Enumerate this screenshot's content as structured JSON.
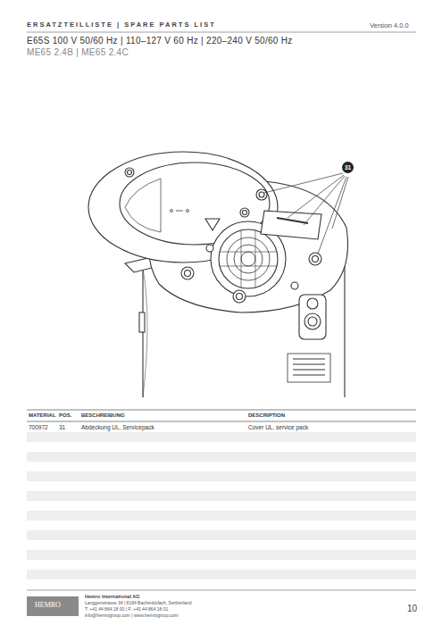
{
  "diagram": {
    "title": "ERSATZTEILLISTE | SPARE PARTS LIST",
    "nodes": [
      {
        "text": [
          "31"
        ]
      }
    ],
    "labels": [
      "Version 4.0.0",
      "E65S 100 V 50/60 Hz | 110–127 V 60 Hz | 220–240 V 50/60 Hz",
      "ME65 2.4B | ME65 2.4C",
      "MATERIAL",
      "POS.",
      "BESCHREIBUNG",
      "DESCRIPTION",
      "700972",
      "31",
      "Abdeckung UL, Servicepack",
      "Cover UL, service pack",
      "HEMRO",
      "Hemro International AG",
      "Langgenstrasse 34 | 8184 Bachenbülach, Switzerland",
      "T: +41 44 864 18 00 | F: +41 44 864 18 01",
      "info@hemrogroup.com | www.hemrogroup.com",
      "10"
    ]
  }
}
